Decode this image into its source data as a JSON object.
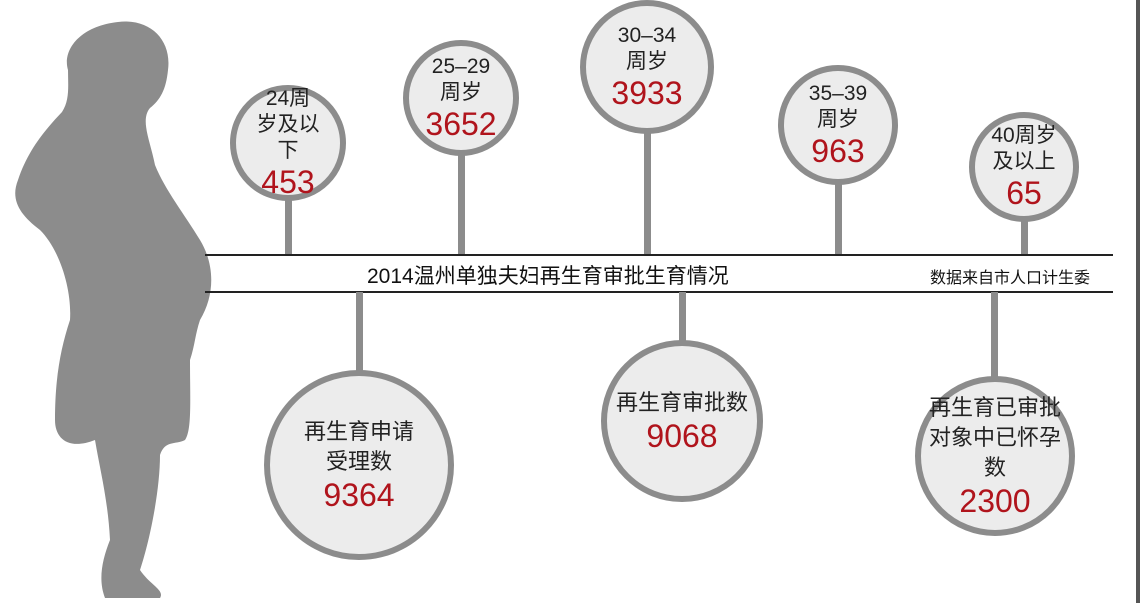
{
  "title": "2014温州单独夫妇再生育审批生育情况",
  "source": "数据来自市人口计生委",
  "age_groups": [
    {
      "label": "24周岁及以下",
      "value": "453"
    },
    {
      "label": "25–29周岁",
      "value": "3652"
    },
    {
      "label": "30–34周岁",
      "value": "3933"
    },
    {
      "label": "35–39周岁",
      "value": "963"
    },
    {
      "label": "40周岁及以上",
      "value": "65"
    }
  ],
  "totals": [
    {
      "label": "再生育申请受理数",
      "value": "9364"
    },
    {
      "label": "再生育审批数",
      "value": "9068"
    },
    {
      "label": "再生育已审批对象中已怀孕数",
      "value": "2300"
    }
  ],
  "colors": {
    "accent": "#b0141c",
    "circle_border": "#8c8c8c",
    "circle_fill": "#ececec"
  }
}
